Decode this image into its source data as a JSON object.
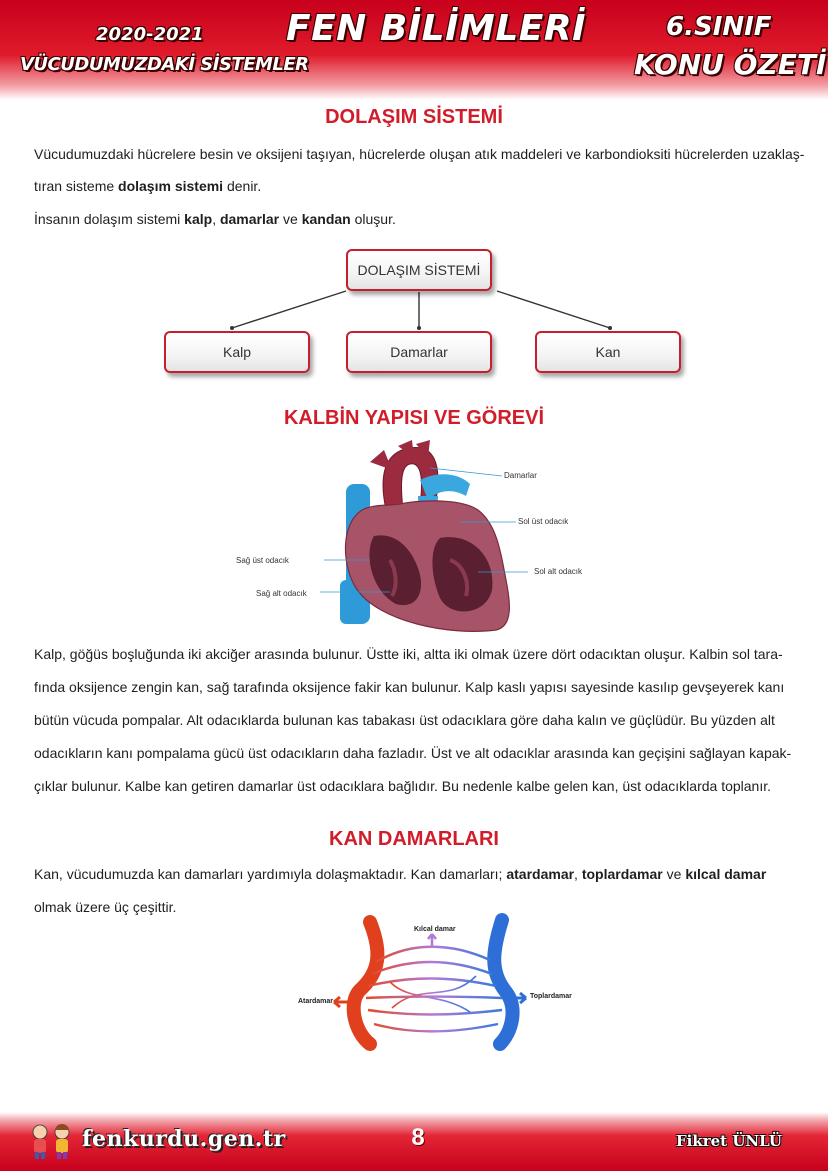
{
  "header": {
    "year": "2020-2021",
    "unit": "VÜCUDUMUZDAKİ SİSTEMLER",
    "title": "FEN BİLİMLERİ",
    "grade": "6.SINIF",
    "summary": "KONU ÖZETİ"
  },
  "circulatory": {
    "heading": "DOLAŞIM SİSTEMİ",
    "p1_a": "Vücudumuzdaki hücrelere besin ve oksijeni taşıyan, hücrelerde oluşan atık maddeleri ve karbondioksiti hücrelerden uzaklaş-",
    "p1_b": "tıran sisteme ",
    "p1_b_bold": "dolaşım sistemi",
    "p1_b_end": " denir.",
    "p2_a": "İnsanın dolaşım sistemi ",
    "p2_kalp": "kalp",
    "p2_sep": ", ",
    "p2_damarlar": "damarlar",
    "p2_ve": " ve ",
    "p2_kandan": "kandan",
    "p2_end": " oluşur.",
    "concept_map": {
      "root": "DOLAŞIM SİSTEMİ",
      "children": [
        "Kalp",
        "Damarlar",
        "Kan"
      ]
    }
  },
  "heart": {
    "heading": "KALBİN YAPISI VE GÖREVİ",
    "labels": {
      "vessels": "Damarlar",
      "left_atrium": "Sol üst odacık",
      "right_atrium": "Sağ üst odacık",
      "left_ventricle": "Sol alt odacık",
      "right_ventricle": "Sağ alt odacık"
    },
    "lines": [
      "Kalp, göğüs boşluğunda iki akciğer arasında bulunur. Üstte iki, altta iki olmak üzere dört odacıktan oluşur. Kalbin sol tara-",
      "fında oksijence zengin kan, sağ tarafında oksijence fakir kan bulunur. Kalp kaslı yapısı sayesinde kasılıp gevşeyerek kanı",
      "bütün vücuda pompalar. Alt odacıklarda bulunan kas tabakası üst odacıklara göre daha kalın ve güçlüdür. Bu yüzden alt",
      "odacıkların kanı pompalama gücü üst odacıkların daha fazladır. Üst ve alt odacıklar arasında kan geçişini sağlayan kapak-",
      "çıklar bulunur. Kalbe kan getiren damarlar üst odacıklara bağlıdır. Bu nedenle kalbe gelen kan, üst odacıklarda toplanır."
    ]
  },
  "vessels": {
    "heading": "KAN DAMARLARI",
    "p1_a": "Kan, vücudumuzda kan damarları yardımıyla dolaşmaktadır. Kan damarları; ",
    "p1_artery": "atardamar",
    "p1_sep": ", ",
    "p1_vein": "toplardamar",
    "p1_ve": " ve ",
    "p1_capillary": "kılcal damar",
    "p1_b": "olmak üzere üç çeşittir.",
    "labels": {
      "capillary": "Kılcal damar",
      "artery": "Atardamar",
      "vein": "Toplardamar"
    }
  },
  "footer": {
    "site": "fenkurdu.gen.tr",
    "page": "8",
    "author": "Fikret ÜNLÜ"
  },
  "colors": {
    "accent": "#d11d2a",
    "artery": "#e0401e",
    "vein": "#2d6fd6",
    "capillary": "#b27ad6"
  }
}
